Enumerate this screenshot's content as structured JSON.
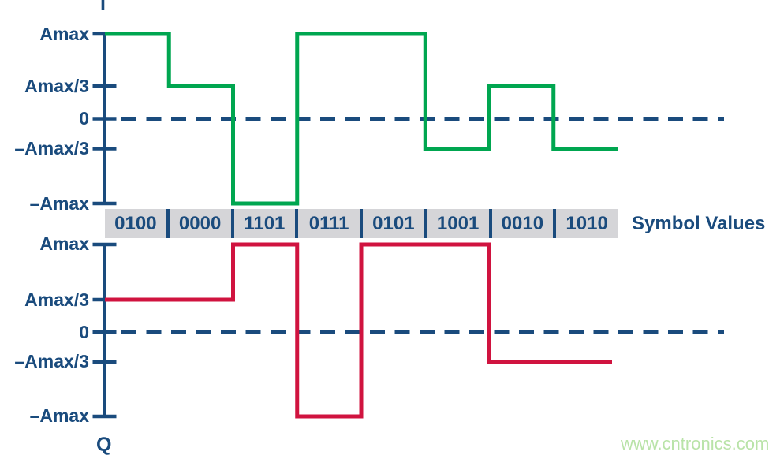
{
  "figure": {
    "description": "16-QAM I and Q baseband step waveforms with symbol values",
    "symbol_axis_label": "Symbol Values",
    "watermark": "www.cntronics.com"
  },
  "colors": {
    "navy": "#1a4b7d",
    "green": "#00a650",
    "red": "#d0133f",
    "band_bg": "#d5d5d8",
    "watermark_green": "#b9e3a8"
  },
  "symbols": {
    "values": [
      "0100",
      "0000",
      "1101",
      "0111",
      "0101",
      "1001",
      "0010",
      "1010"
    ]
  },
  "chart_data": [
    {
      "type": "line",
      "name": "I",
      "line_style": "step",
      "color_key": "green",
      "categories": [
        "0100",
        "0000",
        "1101",
        "0111",
        "0101",
        "1001",
        "0010",
        "1010"
      ],
      "values": [
        "Amax",
        "Amax/3",
        "-Amax",
        "Amax",
        "Amax",
        "-Amax/3",
        "Amax/3",
        "-Amax/3"
      ],
      "ytick_labels": [
        "Amax",
        "Amax/3",
        "0",
        "–Amax/3",
        "–Amax"
      ],
      "ylim": [
        "-Amax",
        "Amax"
      ],
      "zero_line": "dashed",
      "grid": "off",
      "legend": "none"
    },
    {
      "type": "line",
      "name": "Q",
      "line_style": "step",
      "color_key": "red",
      "categories": [
        "0100",
        "0000",
        "1101",
        "0111",
        "0101",
        "1001",
        "0010",
        "1010"
      ],
      "values": [
        "Amax/3",
        "Amax/3",
        "Amax",
        "-Amax",
        "Amax",
        "Amax",
        "-Amax/3",
        "-Amax/3"
      ],
      "ytick_labels": [
        "Amax",
        "Amax/3",
        "0",
        "–Amax/3",
        "–Amax"
      ],
      "ylim": [
        "-Amax",
        "Amax"
      ],
      "zero_line": "dashed",
      "grid": "off",
      "legend": "none"
    }
  ]
}
